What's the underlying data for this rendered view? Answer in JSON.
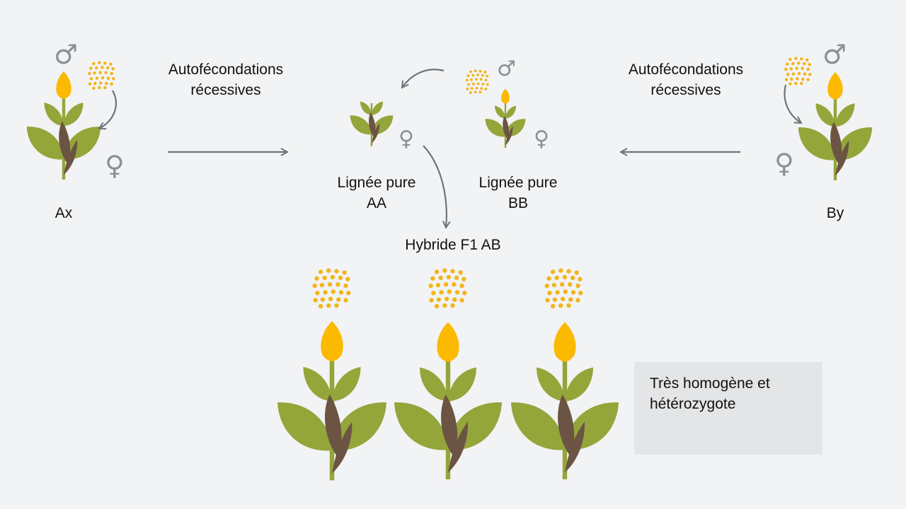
{
  "labels": {
    "left_process": [
      "Autofécondations",
      "récessives"
    ],
    "right_process": [
      "Autofécondations",
      "récessives"
    ],
    "parent_left": "Ax",
    "parent_right": "By",
    "line_aa": [
      "Lignée pure",
      "AA"
    ],
    "line_bb": [
      "Lignée pure",
      "BB"
    ],
    "hybrid": "Hybride F1 AB",
    "note": [
      "Très homogène et",
      "hétérozygote"
    ]
  },
  "symbols": {
    "male": "♂",
    "female": "♀"
  },
  "colors": {
    "background": "#f2f3f4",
    "leaf": "#94a53a",
    "seed": "#6b5443",
    "flower": "#fbb900",
    "pollen": "#f4b41a",
    "arrow": "#6e7477",
    "symbol": "#8c9092",
    "note_box": "#e3e5e7"
  },
  "icons": [
    "plant-icon",
    "pollen-icon",
    "male-symbol-icon",
    "female-symbol-icon",
    "arrow-icon"
  ]
}
